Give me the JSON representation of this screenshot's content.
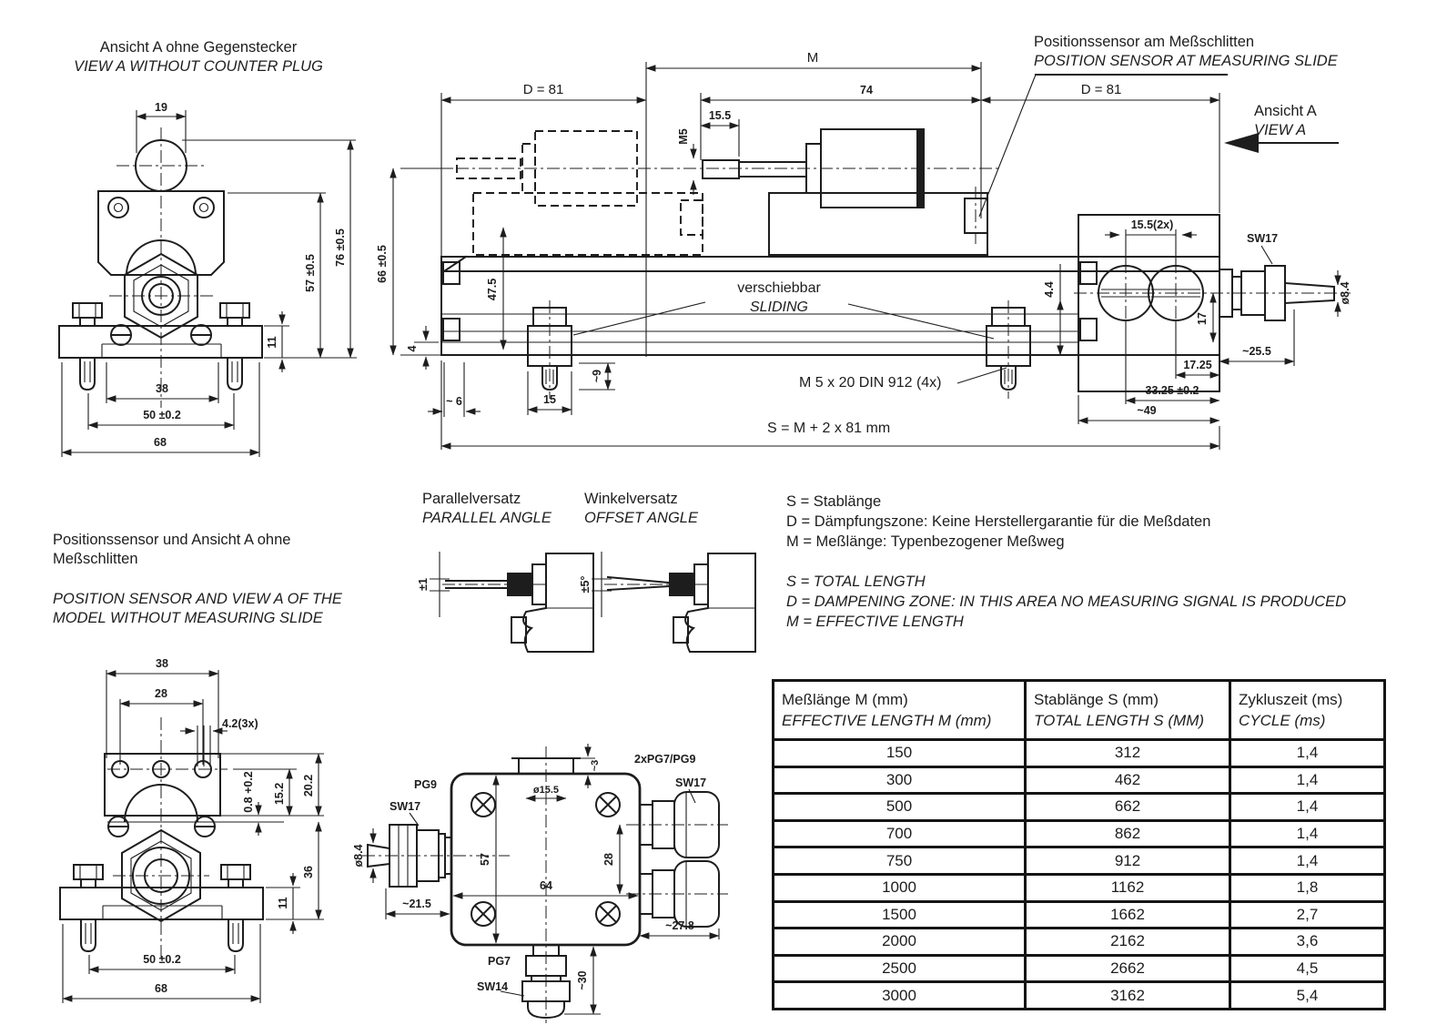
{
  "colors": {
    "ink": "#1d1d1d",
    "bg": "#ffffff"
  },
  "top_left_view": {
    "title_de": "Ansicht A ohne Gegenstecker",
    "title_en": "VIEW A WITHOUT COUNTER PLUG",
    "dims": {
      "d19": "19",
      "d57": "57 ±0.5",
      "d76": "76 ±0.5",
      "d11": "11",
      "d38": "38",
      "d50": "50 ±0.2",
      "d68": "68"
    }
  },
  "main_view": {
    "callout_de": "Positionssensor am Meßschlitten",
    "callout_en": "POSITION SENSOR AT MEASURING SLIDE",
    "view_arrow_de": "Ansicht A",
    "view_arrow_en": "VIEW A",
    "sliding_de": "verschiebbar",
    "sliding_en": "SLIDING",
    "screw_note": "M 5 x 20 DIN 912 (4x)",
    "formula": "S = M + 2 x 81 mm",
    "dims": {
      "m": "M",
      "d81_left": "D = 81",
      "d74": "74",
      "d155": "15.5",
      "m5": "M5",
      "d81_right": "D = 81",
      "d66": "66 ±0.5",
      "d475": "47.5",
      "d4": "4",
      "d6": "~ 6",
      "d15": "15",
      "d9": "~9",
      "d44": "4.4",
      "d155_2x": "15.5(2x)",
      "sw17": "SW17",
      "d17": "17",
      "d84": "ø8.4",
      "d255": "~25.5",
      "d1725": "17.25",
      "d3325": "33.25 ±0.2",
      "d49": "~49"
    }
  },
  "angle_views": {
    "parallel_de": "Parallelversatz",
    "parallel_en": "PARALLEL ANGLE",
    "offset_de": "Winkelversatz",
    "offset_en": "OFFSET ANGLE",
    "parallel_tol": "±1",
    "offset_tol": "±5°"
  },
  "legend": {
    "de": [
      "S = Stablänge",
      "D = Dämpfungszone: Keine Herstellergarantie für die Meßdaten",
      "M = Meßlänge: Typenbezogener Meßweg"
    ],
    "en": [
      "S = TOTAL LENGTH",
      "D = DAMPENING ZONE: IN THIS AREA NO MEASURING SIGNAL IS PRODUCED",
      "M = EFFECTIVE LENGTH"
    ]
  },
  "bottom_left_view": {
    "title_de": "Positionssensor und Ansicht A ohne Meßschlitten",
    "title_en": "POSITION SENSOR AND VIEW A OF THE MODEL WITHOUT MEASURING SLIDE",
    "dims": {
      "d38": "38",
      "d28": "28",
      "d42": "4.2(3x)",
      "d202": "20.2",
      "d152": "15.2",
      "d08": "0.8 +0.2",
      "d36": "36",
      "d11": "11",
      "d50": "50 ±0.2",
      "d68": "68"
    }
  },
  "junction_box": {
    "labels": {
      "pg9": "PG9",
      "sw17_left": "SW17",
      "pg7_pg9": "2xPG7/PG9",
      "sw17_right": "SW17",
      "pg7": "PG7",
      "sw14": "SW14"
    },
    "dims": {
      "d84": "ø8.4",
      "d215": "~21.5",
      "d155": "ø15.5",
      "d3": "~3",
      "d28": "28",
      "d57": "57",
      "d64": "64",
      "d278": "~27.8",
      "d30": "~30"
    }
  },
  "table": {
    "headers": [
      {
        "de": "Meßlänge M (mm)",
        "en": "EFFECTIVE LENGTH M (mm)"
      },
      {
        "de": "Stablänge S (mm)",
        "en": "TOTAL LENGTH S (MM)"
      },
      {
        "de": "Zykluszeit (ms)",
        "en": "CYCLE (ms)"
      }
    ],
    "rows": [
      {
        "m": "150",
        "s": "312",
        "t": "1,4"
      },
      {
        "m": "300",
        "s": "462",
        "t": "1,4"
      },
      {
        "m": "500",
        "s": "662",
        "t": "1,4"
      },
      {
        "m": "700",
        "s": "862",
        "t": "1,4"
      },
      {
        "m": "750",
        "s": "912",
        "t": "1,4"
      },
      {
        "m": "1000",
        "s": "1162",
        "t": "1,8"
      },
      {
        "m": "1500",
        "s": "1662",
        "t": "2,7"
      },
      {
        "m": "2000",
        "s": "2162",
        "t": "3,6"
      },
      {
        "m": "2500",
        "s": "2662",
        "t": "4,5"
      },
      {
        "m": "3000",
        "s": "3162",
        "t": "5,4"
      }
    ]
  }
}
